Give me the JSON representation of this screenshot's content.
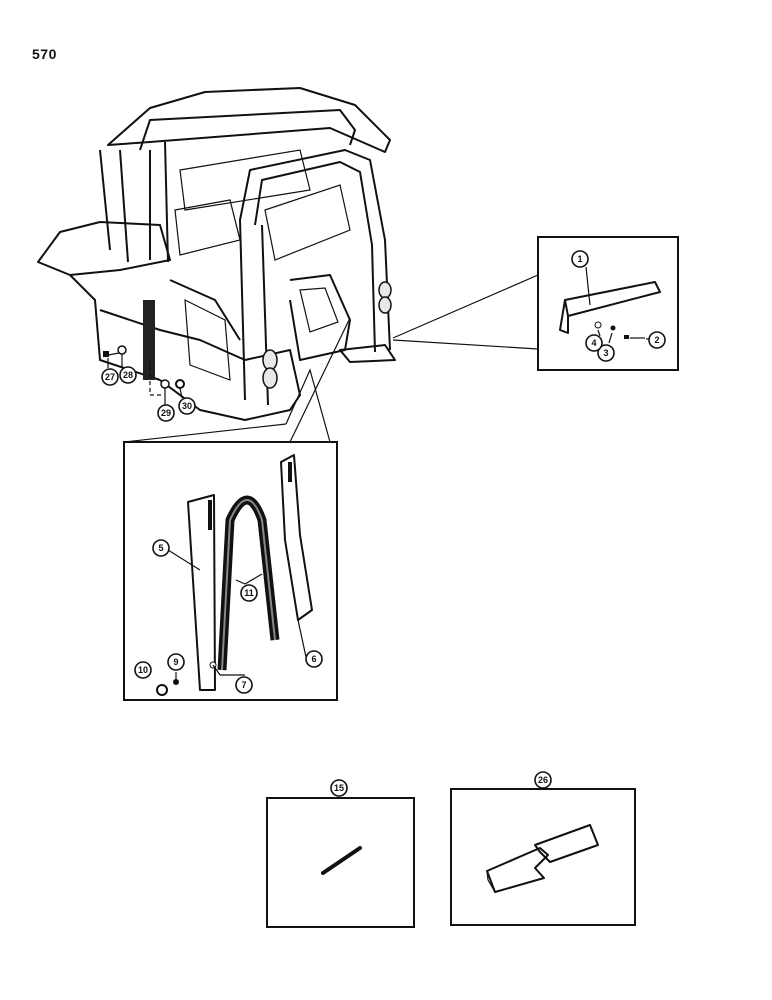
{
  "page": {
    "number": "570"
  },
  "callouts": {
    "c1": "1",
    "c2": "2",
    "c3": "3",
    "c4": "4",
    "c5": "5",
    "c6": "6",
    "c7": "7",
    "c9": "9",
    "c10": "10",
    "c11": "11",
    "c15": "15",
    "c26": "26",
    "c27": "27",
    "c28": "28",
    "c29": "29",
    "c30": "30"
  }
}
